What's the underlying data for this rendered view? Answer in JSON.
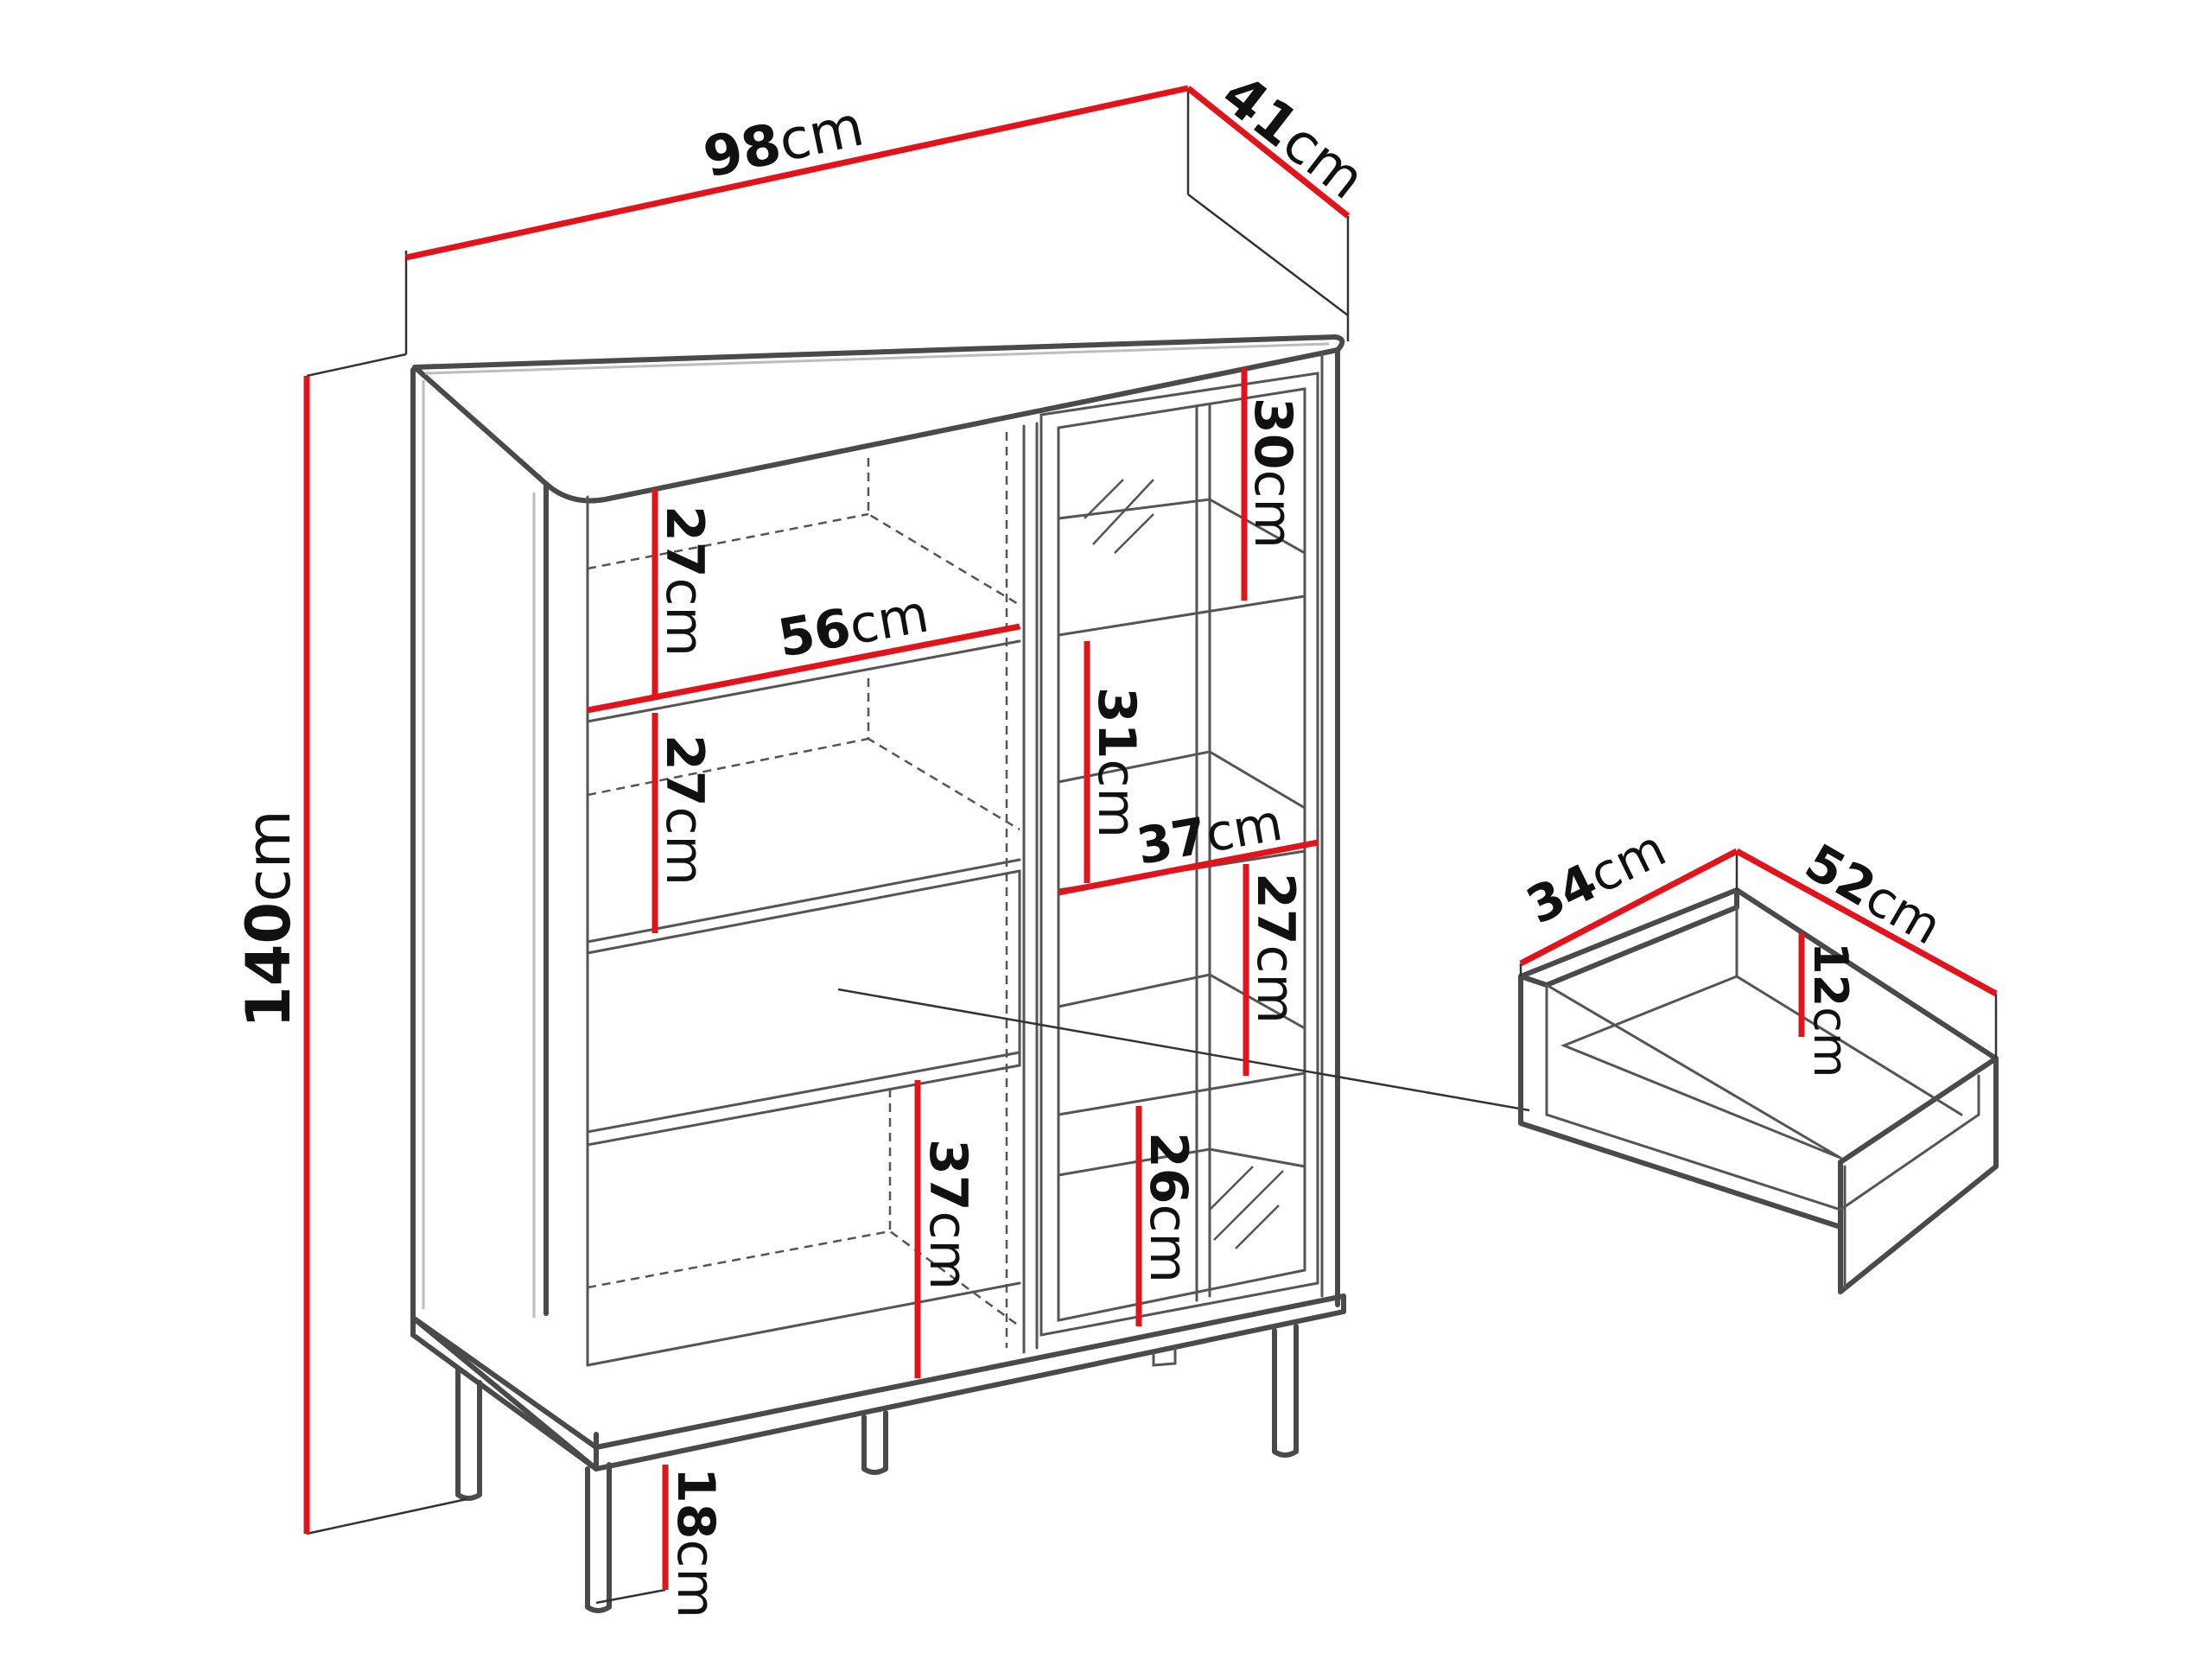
{
  "dimensions": {
    "width": {
      "value": "98",
      "unit": "cm"
    },
    "depth": {
      "value": "41",
      "unit": "cm"
    },
    "height": {
      "value": "140",
      "unit": "cm"
    },
    "leg_height": {
      "value": "18",
      "unit": "cm"
    },
    "open_shelf_width": {
      "value": "56",
      "unit": "cm"
    },
    "open_shelf_1_height": {
      "value": "27",
      "unit": "cm"
    },
    "open_shelf_2_height": {
      "value": "27",
      "unit": "cm"
    },
    "lower_compartment_height": {
      "value": "37",
      "unit": "cm"
    },
    "glass_compartment_width": {
      "value": "37",
      "unit": "cm"
    },
    "glass_shelf_1_height": {
      "value": "30",
      "unit": "cm"
    },
    "glass_shelf_2_height": {
      "value": "31",
      "unit": "cm"
    },
    "glass_shelf_3_height": {
      "value": "27",
      "unit": "cm"
    },
    "glass_shelf_4_height": {
      "value": "26",
      "unit": "cm"
    },
    "drawer_depth": {
      "value": "34",
      "unit": "cm"
    },
    "drawer_width": {
      "value": "52",
      "unit": "cm"
    },
    "drawer_height": {
      "value": "12",
      "unit": "cm"
    }
  },
  "colors": {
    "dimension_line": "#e3131b",
    "outline": "#4a4a4a",
    "text": "#111111"
  }
}
